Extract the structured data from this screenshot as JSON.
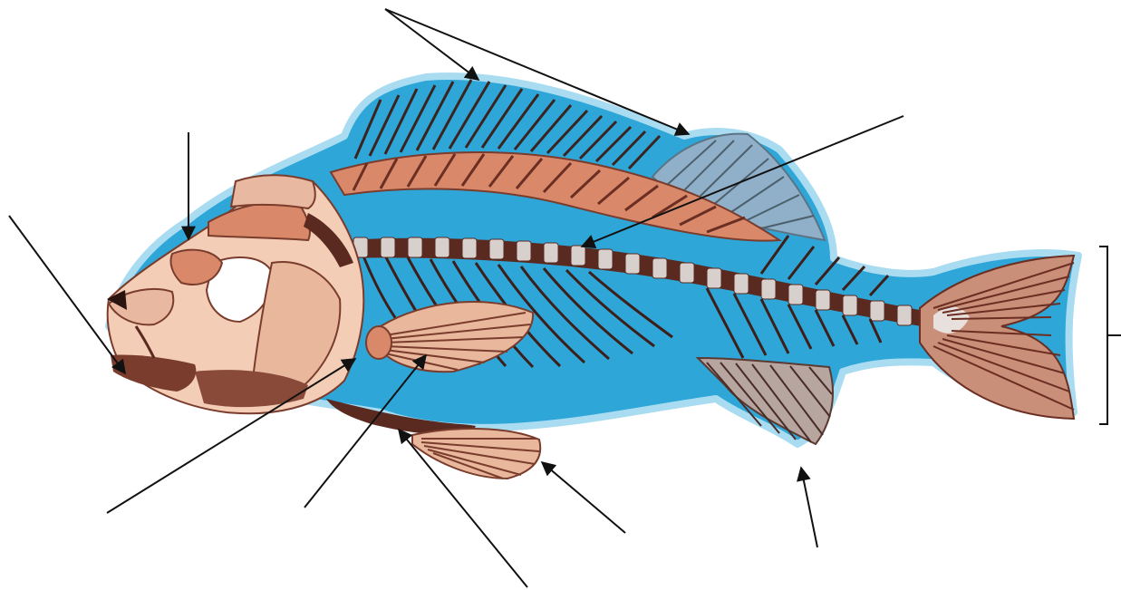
{
  "diagram": {
    "subject": "fish-skeleton",
    "labels": [],
    "pointer_count": 11,
    "bracket_count": 1
  },
  "colors": {
    "background": "#ffffff",
    "water_blue": "#2ea6d8",
    "water_blue_light": "#7ccaea",
    "bone_light": "#f3cdb5",
    "bone_mid": "#d9896a",
    "bone_dark": "#5a2a20",
    "fin_ray": "#7a3c2c",
    "spine_rib": "#3c1f1a",
    "pointer_line": "#111111"
  }
}
